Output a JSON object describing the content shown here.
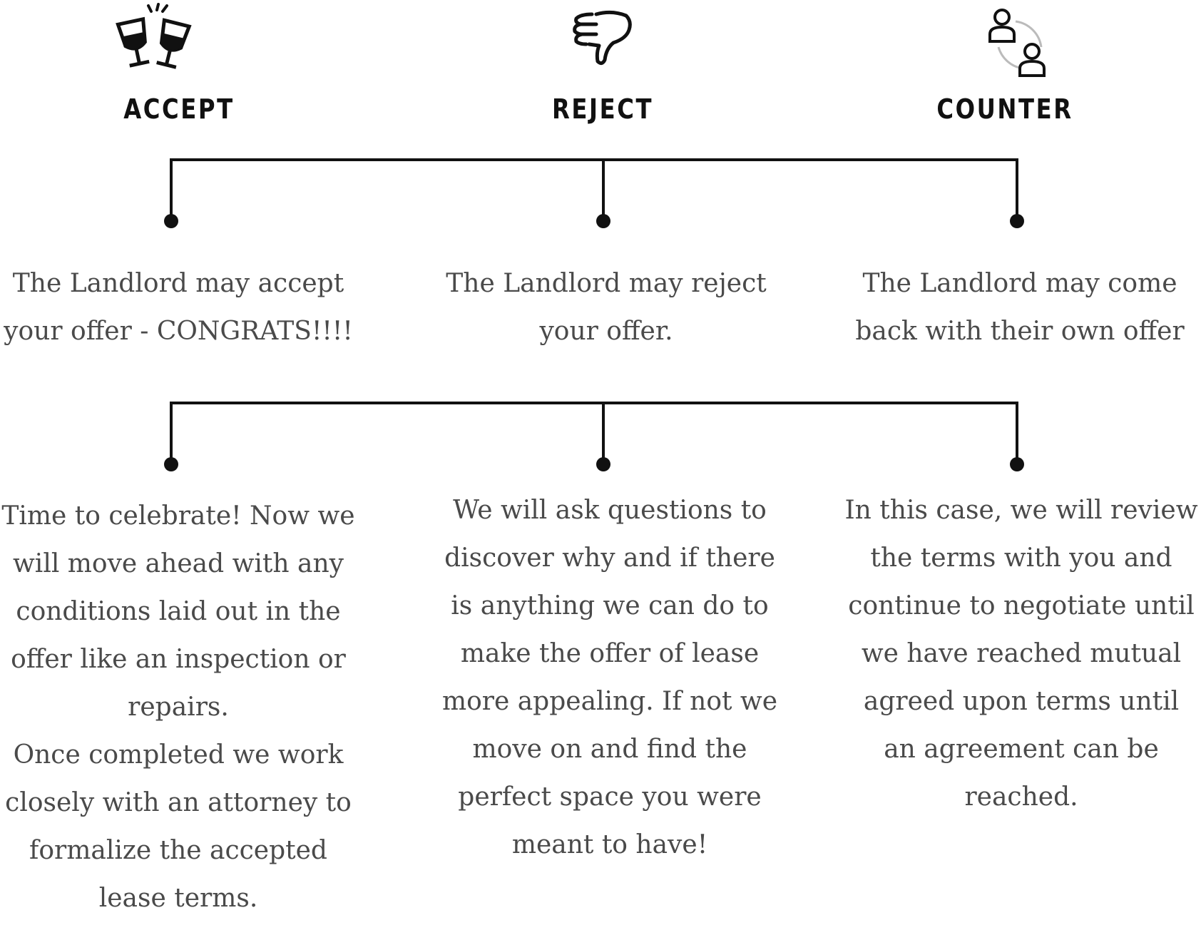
{
  "options": [
    {
      "key": "accept",
      "icon": "toasting-glasses-icon",
      "heading": "ACCEPT",
      "outcome": "The Landlord may accept\nyour offer - CONGRATS!!!!",
      "next_steps": "Time to celebrate! Now we\nwill move ahead with any\nconditions laid out in the\noffer like an inspection or\nrepairs.\nOnce completed we work\nclosely with an attorney to\nformalize the accepted\nlease terms."
    },
    {
      "key": "reject",
      "icon": "thumbs-down-icon",
      "heading": "REJECT",
      "outcome": "The Landlord may reject\nyour offer.",
      "next_steps": "We will ask questions to\ndiscover why and if there\nis anything we can do to\nmake the offer of lease\nmore appealing. If not we\nmove on and find the\nperfect space you were\nmeant to have!"
    },
    {
      "key": "counter",
      "icon": "people-exchange-icon",
      "heading": "COUNTER",
      "outcome": "The Landlord may come\nback with their own offer",
      "next_steps": "In this case, we will review\nthe terms with you and\ncontinue to negotiate until\nwe have reached mutual\nagreed upon terms until\nan agreement can be\nreached."
    }
  ]
}
